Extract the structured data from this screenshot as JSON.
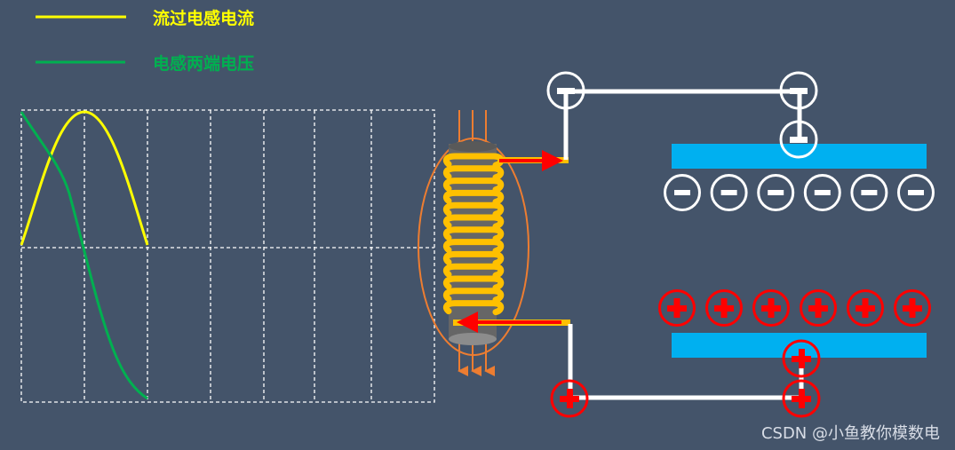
{
  "legend": {
    "current": {
      "label": "流过电感电流",
      "color": "#ffff00"
    },
    "voltage": {
      "label": "电感两端电压",
      "color": "#00b050"
    }
  },
  "colors": {
    "background": "#44546a",
    "plate": "#00b0f0",
    "wire": "#ffffff",
    "coil": "#ffc000",
    "field": "#ed7d31",
    "arrow": "#ff0000",
    "positive": "#ff0000",
    "negative": "#ffffff"
  },
  "charges": {
    "negative_count": 6,
    "positive_count": 6
  },
  "watermark": "CSDN @小鱼教你模数电"
}
